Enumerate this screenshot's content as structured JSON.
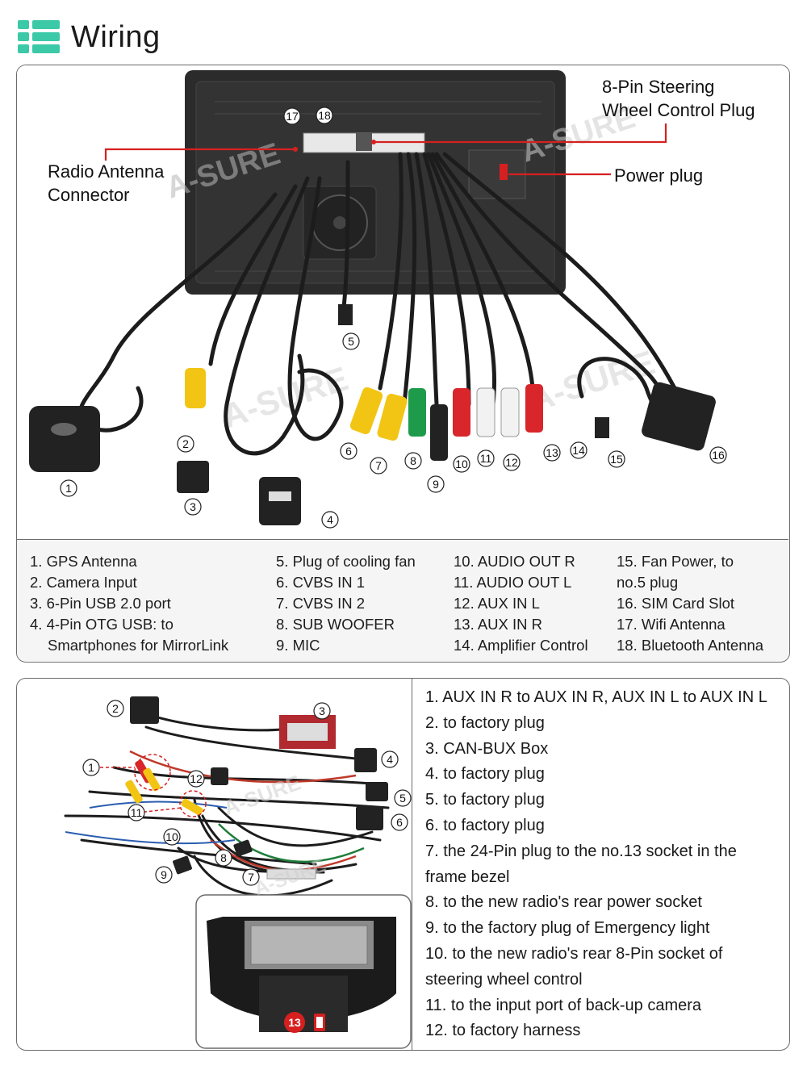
{
  "header": {
    "title": "Wiring",
    "icon": "list-icon",
    "accent": "#3cc9a7"
  },
  "top_figure": {
    "callouts": {
      "steering": [
        "8-Pin Steering",
        "Wheel Control Plug"
      ],
      "radio_antenna": [
        "Radio Antenna",
        "Connector"
      ],
      "power_plug": "Power plug"
    },
    "numbers": [
      "1",
      "2",
      "3",
      "4",
      "5",
      "6",
      "7",
      "8",
      "9",
      "10",
      "11",
      "12",
      "13",
      "14",
      "15",
      "16",
      "17",
      "18"
    ],
    "watermark": "A-SURE",
    "colors": {
      "callout_line": "#d62020",
      "rca_yellow": "#f2c515",
      "rca_red": "#d8262b",
      "rca_green": "#1e9b4a",
      "rca_white": "#f2f2f2",
      "unit_body": "#2b2b2b"
    }
  },
  "legend": {
    "col1": [
      "1. GPS Antenna",
      "2. Camera Input",
      "3. 6-Pin USB 2.0 port",
      "4. 4-Pin OTG USB: to",
      "Smartphones for MirrorLink"
    ],
    "col2": [
      "5. Plug of cooling fan",
      "6. CVBS IN 1",
      "7. CVBS IN 2",
      "8. SUB WOOFER",
      "9. MIC"
    ],
    "col3": [
      "10. AUDIO OUT R",
      "11. AUDIO OUT L",
      "12. AUX IN L",
      "13. AUX IN R",
      "14. Amplifier Control"
    ],
    "col4": [
      "15. Fan Power, to",
      "no.5 plug",
      "16. SIM Card Slot",
      "17. Wifi Antenna",
      "18. Bluetooth Antenna"
    ]
  },
  "bottom_figure": {
    "numbers": [
      "1",
      "2",
      "3",
      "4",
      "5",
      "6",
      "7",
      "8",
      "9",
      "10",
      "11",
      "12"
    ],
    "bezel_number": "13",
    "watermark": "A-SURE"
  },
  "harness_list": [
    "1. AUX IN R to AUX IN R, AUX IN L to AUX IN L",
    "2. to factory plug",
    "3. CAN-BUX Box",
    "4. to factory plug",
    "5. to factory plug",
    "6. to factory plug",
    "7. the 24-Pin plug to the no.13 socket in the",
    "frame bezel",
    "8. to the new radio's rear power socket",
    "9. to the factory plug of Emergency light",
    "10. to the new radio's rear 8-Pin socket of",
    "steering wheel control",
    "11. to the input port of back-up camera",
    "12. to factory harness"
  ]
}
